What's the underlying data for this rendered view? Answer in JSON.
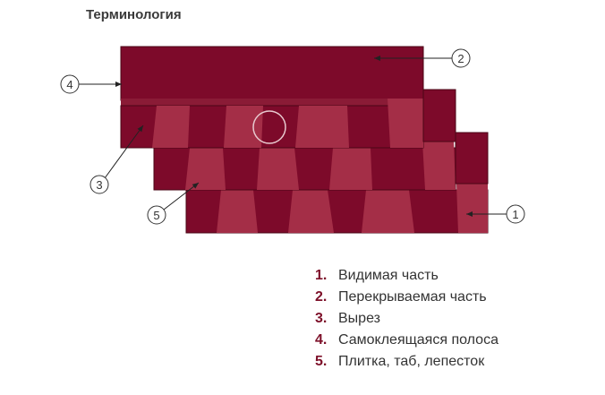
{
  "title": "Терминология",
  "colors": {
    "shingle_dark": "#7d0a2a",
    "shingle_tab": "#a42e47",
    "strip": "#8a1b36",
    "outline": "#4a0516",
    "legend_number": "#7d1029"
  },
  "callouts": [
    {
      "number": "1"
    },
    {
      "number": "2"
    },
    {
      "number": "3"
    },
    {
      "number": "4"
    },
    {
      "number": "5"
    }
  ],
  "legend": [
    {
      "number": "1.",
      "text": "Видимая часть"
    },
    {
      "number": "2.",
      "text": "Перекрываемая часть"
    },
    {
      "number": "3.",
      "text": "Вырез"
    },
    {
      "number": "4.",
      "text": "Самоклеящаяся полоса"
    },
    {
      "number": "5.",
      "text": "Плитка, таб, лепесток"
    }
  ]
}
